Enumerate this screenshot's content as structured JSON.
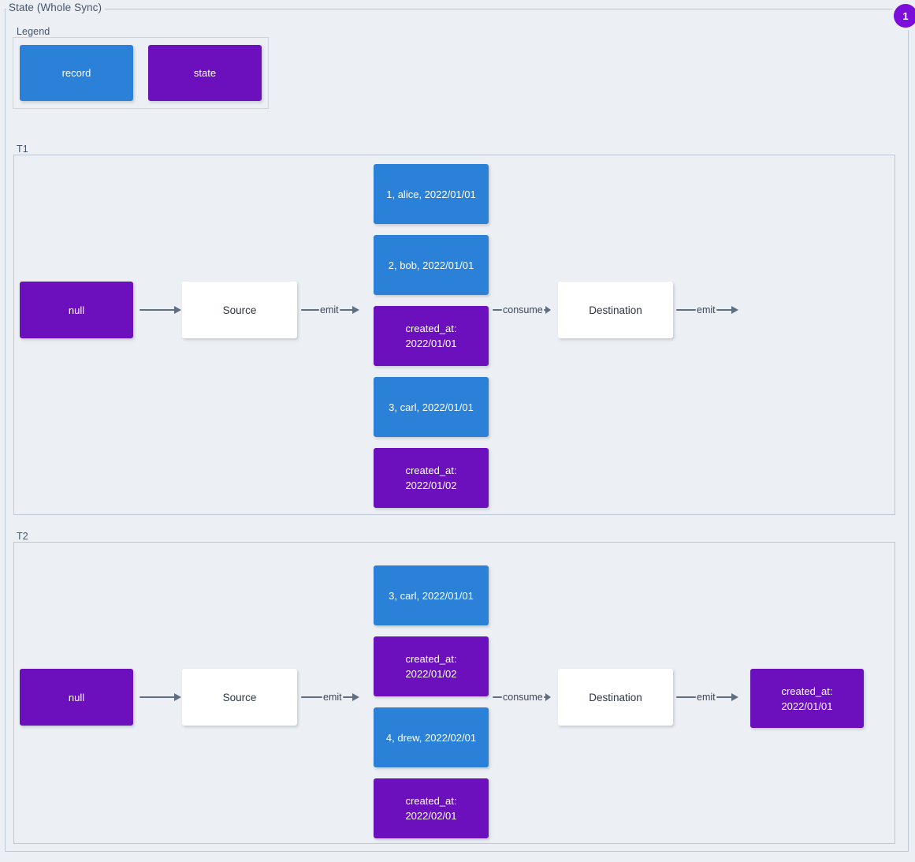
{
  "diagram": {
    "title": "State (Whole Sync)",
    "badge": "1",
    "colors": {
      "record": "#2b80d8",
      "state": "#6c0fbd",
      "plain": "#ffffff",
      "background": "#eceff4",
      "border": "#bcc8d6",
      "arrow": "#5f6e80",
      "badge": "#7d0ddb"
    }
  },
  "legend": {
    "label": "Legend",
    "items": [
      {
        "label": "record",
        "kind": "record"
      },
      {
        "label": "state",
        "kind": "state"
      }
    ]
  },
  "sections": [
    {
      "label": "T1",
      "initial_state": "null",
      "source": "Source",
      "destination": "Destination",
      "emit_label_1": "emit",
      "consume_label": "consume",
      "emit_label_2": "emit",
      "stream": [
        {
          "kind": "record",
          "label": "1, alice, 2022/01/01"
        },
        {
          "kind": "record",
          "label": "2, bob, 2022/01/01"
        },
        {
          "kind": "state",
          "label": "created_at:\n2022/01/01"
        },
        {
          "kind": "record",
          "label": "3, carl, 2022/01/01"
        },
        {
          "kind": "state",
          "label": "created_at:\n2022/01/02"
        }
      ],
      "final_state": null
    },
    {
      "label": "T2",
      "initial_state": "null",
      "source": "Source",
      "destination": "Destination",
      "emit_label_1": "emit",
      "consume_label": "consume",
      "emit_label_2": "emit",
      "stream": [
        {
          "kind": "record",
          "label": "3, carl, 2022/01/01"
        },
        {
          "kind": "state",
          "label": "created_at:\n2022/01/02"
        },
        {
          "kind": "record",
          "label": "4, drew, 2022/02/01"
        },
        {
          "kind": "state",
          "label": "created_at:\n2022/02/01"
        }
      ],
      "final_state": "created_at:\n2022/01/01"
    }
  ]
}
